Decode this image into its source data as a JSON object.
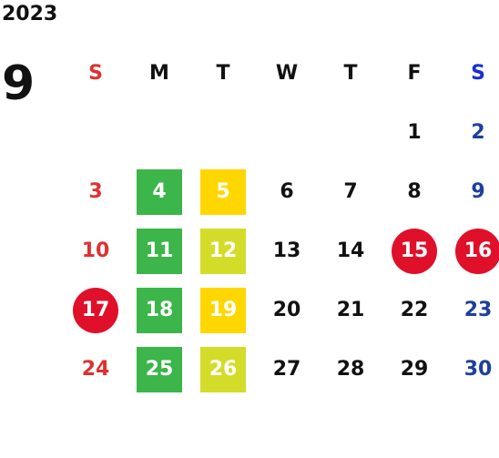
{
  "calendar": {
    "year": "2023",
    "month": "9",
    "weekdays": [
      {
        "label": "S",
        "color": "#e03030"
      },
      {
        "label": "M",
        "color": "#111111"
      },
      {
        "label": "T",
        "color": "#111111"
      },
      {
        "label": "W",
        "color": "#111111"
      },
      {
        "label": "T",
        "color": "#111111"
      },
      {
        "label": "F",
        "color": "#111111"
      },
      {
        "label": "S",
        "color": "#1a2ed8"
      }
    ],
    "first_weekday_index": 5,
    "days": [
      {
        "day": "1",
        "color": "#111111"
      },
      {
        "day": "2",
        "color": "#1e3f9c"
      },
      {
        "day": "3",
        "color": "#e03030"
      },
      {
        "day": "4",
        "bg": "#3cb54a",
        "shape": "square"
      },
      {
        "day": "5",
        "bg": "#ffd700",
        "shape": "square"
      },
      {
        "day": "6",
        "color": "#111111"
      },
      {
        "day": "7",
        "color": "#111111"
      },
      {
        "day": "8",
        "color": "#111111"
      },
      {
        "day": "9",
        "color": "#1e3f9c"
      },
      {
        "day": "10",
        "color": "#e03030"
      },
      {
        "day": "11",
        "bg": "#3cb54a",
        "shape": "square"
      },
      {
        "day": "12",
        "bg": "#d4dc2a",
        "shape": "square"
      },
      {
        "day": "13",
        "color": "#111111"
      },
      {
        "day": "14",
        "color": "#111111"
      },
      {
        "day": "15",
        "bg": "#e0102a",
        "shape": "circle"
      },
      {
        "day": "16",
        "bg": "#e0102a",
        "shape": "circle"
      },
      {
        "day": "17",
        "bg": "#e0102a",
        "shape": "circle"
      },
      {
        "day": "18",
        "bg": "#3cb54a",
        "shape": "square"
      },
      {
        "day": "19",
        "bg": "#ffd700",
        "shape": "square"
      },
      {
        "day": "20",
        "color": "#111111"
      },
      {
        "day": "21",
        "color": "#111111"
      },
      {
        "day": "22",
        "color": "#111111"
      },
      {
        "day": "23",
        "color": "#1e3f9c"
      },
      {
        "day": "24",
        "color": "#e03030"
      },
      {
        "day": "25",
        "bg": "#3cb54a",
        "shape": "square"
      },
      {
        "day": "26",
        "bg": "#d4dc2a",
        "shape": "square"
      },
      {
        "day": "27",
        "color": "#111111"
      },
      {
        "day": "28",
        "color": "#111111"
      },
      {
        "day": "29",
        "color": "#111111"
      },
      {
        "day": "30",
        "color": "#1e3f9c"
      }
    ]
  }
}
